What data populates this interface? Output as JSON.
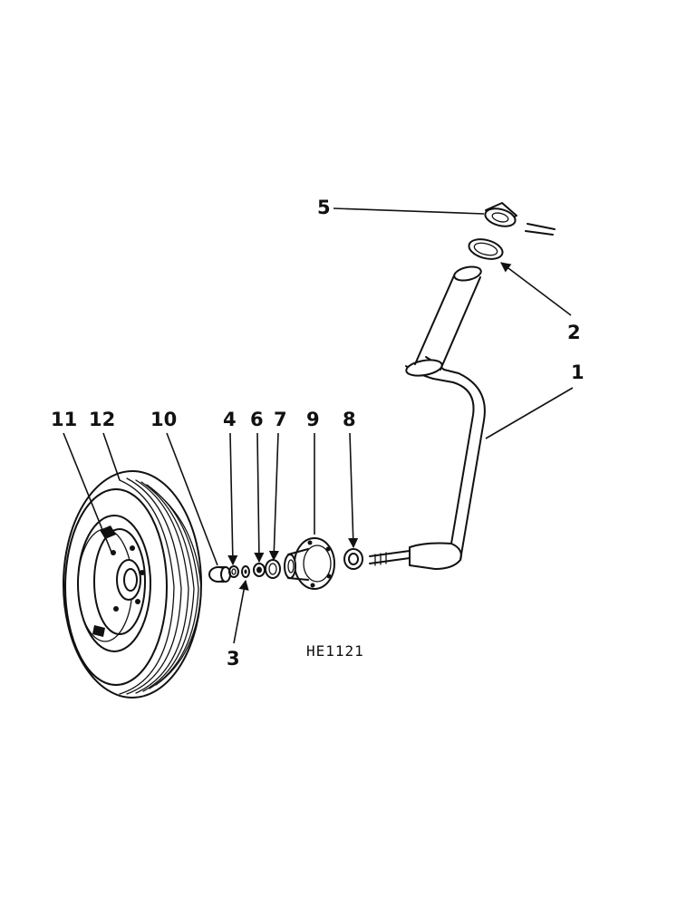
{
  "figure_code": "HE1121",
  "callouts": {
    "c1": "1",
    "c2": "2",
    "c3": "3",
    "c4": "4",
    "c5": "5",
    "c6": "6",
    "c7": "7",
    "c8": "8",
    "c9": "9",
    "c10": "10",
    "c11": "11",
    "c12": "12"
  }
}
